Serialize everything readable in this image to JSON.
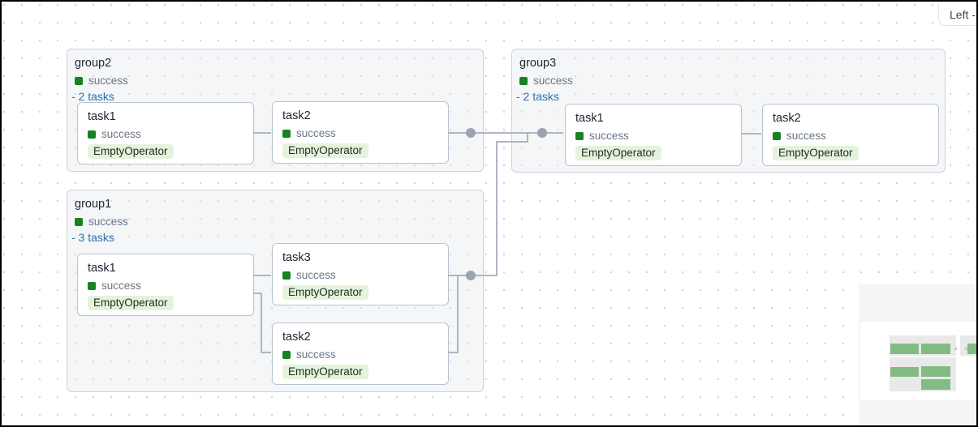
{
  "toolbar": {
    "direction_label": "Left -"
  },
  "graph": {
    "groups": [
      {
        "name": "group2",
        "status": "success",
        "toggle": "- 2 tasks",
        "tasks": [
          {
            "name": "task1",
            "status": "success",
            "operator": "EmptyOperator"
          },
          {
            "name": "task2",
            "status": "success",
            "operator": "EmptyOperator"
          }
        ]
      },
      {
        "name": "group3",
        "status": "success",
        "toggle": "- 2 tasks",
        "tasks": [
          {
            "name": "task1",
            "status": "success",
            "operator": "EmptyOperator"
          },
          {
            "name": "task2",
            "status": "success",
            "operator": "EmptyOperator"
          }
        ]
      },
      {
        "name": "group1",
        "status": "success",
        "toggle": "- 3 tasks",
        "tasks": [
          {
            "name": "task1",
            "status": "success",
            "operator": "EmptyOperator"
          },
          {
            "name": "task3",
            "status": "success",
            "operator": "EmptyOperator"
          },
          {
            "name": "task2",
            "status": "success",
            "operator": "EmptyOperator"
          }
        ]
      }
    ],
    "edges": [
      "group2.task1 -> group2.task2",
      "group2.task2 -> group3.task1",
      "group1.task1 -> group1.task3",
      "group1.task1 -> group1.task2",
      "group1.task3 -> group3.task1",
      "group1.task2 -> group3.task1",
      "group3.task1 -> group3.task2"
    ]
  },
  "colors": {
    "success_green": "#178223",
    "operator_pill_bg": "#e4f3dc",
    "link_blue": "#2e6fb2",
    "edge_gray": "#aeb6c3",
    "junction_dot": "#9aa4b2",
    "minimap_bg": "#f5f5f5",
    "minimap_group": "#e9e9e9",
    "minimap_task_green": "#82bc82"
  }
}
